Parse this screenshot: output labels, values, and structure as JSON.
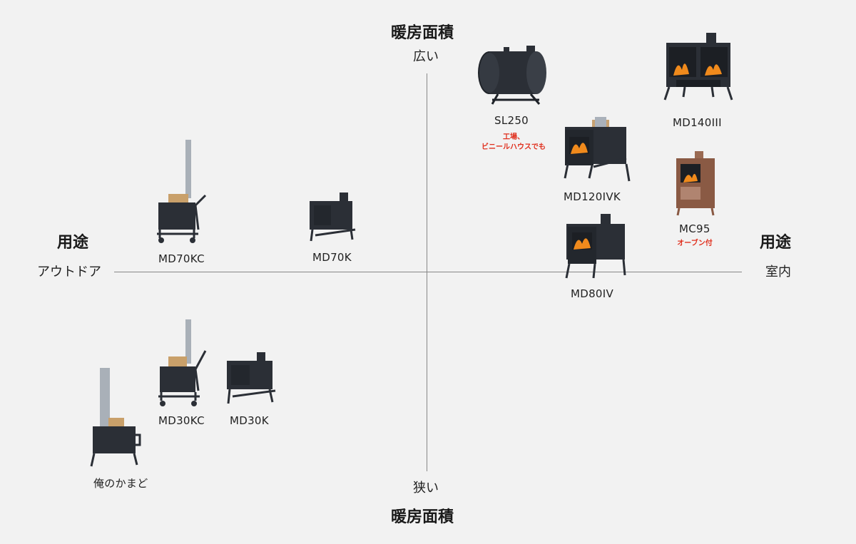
{
  "axes": {
    "top": {
      "title": "暖房面積",
      "sub": "広い"
    },
    "bottom": {
      "title": "暖房面積",
      "sub": "狭い"
    },
    "left": {
      "title": "用途",
      "sub": "アウトドア"
    },
    "right": {
      "title": "用途",
      "sub": "室内"
    }
  },
  "products": {
    "sl250": {
      "name": "SL250",
      "note1": "工場、",
      "note2": "ビニールハウスでも",
      "icon": "barrel-stove-icon"
    },
    "md140": {
      "name": "MD140III",
      "icon": "double-door-stove-icon"
    },
    "md120": {
      "name": "MD120IVK",
      "icon": "firebox-stove-icon"
    },
    "mc95": {
      "name": "MC95",
      "note1": "オーブン付",
      "icon": "oven-stove-icon"
    },
    "md80": {
      "name": "MD80IV",
      "icon": "firebox-stove-icon"
    },
    "md70kc": {
      "name": "MD70KC",
      "icon": "cart-stove-icon"
    },
    "md70k": {
      "name": "MD70K",
      "icon": "box-stove-icon"
    },
    "md30kc": {
      "name": "MD30KC",
      "icon": "cart-stove-icon"
    },
    "md30k": {
      "name": "MD30K",
      "icon": "box-stove-icon"
    },
    "kamado": {
      "name": "俺のかまど",
      "icon": "kamado-stove-icon"
    }
  },
  "colors": {
    "stove": "#2b2f36",
    "fire": "#f08a1c",
    "copper": "#8a5a44",
    "note": "#e0301e",
    "axis": "#888888"
  }
}
